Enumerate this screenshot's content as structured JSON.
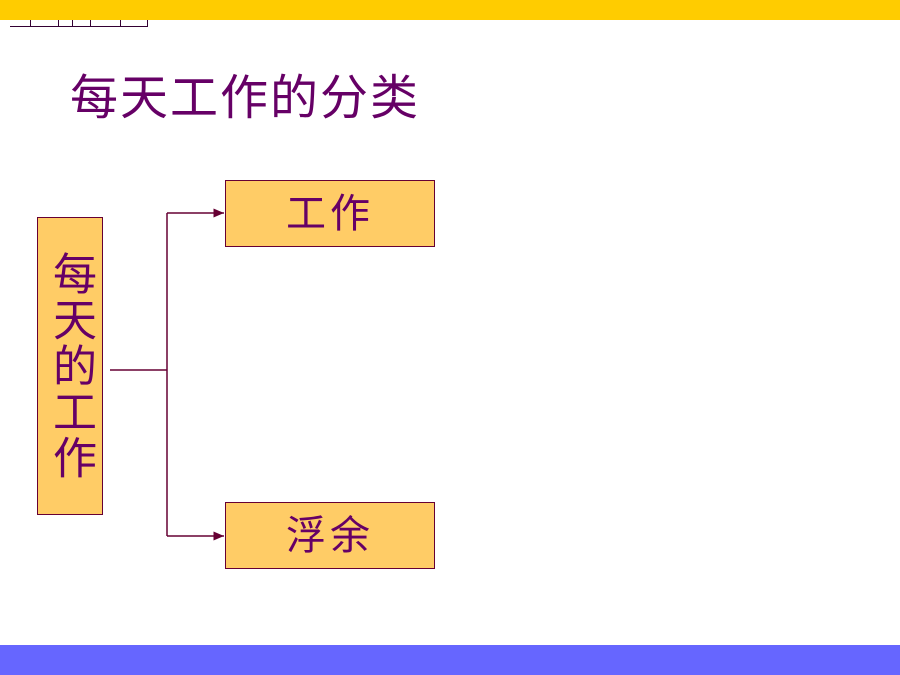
{
  "slide": {
    "title": "每天工作的分类",
    "colors": {
      "top_bar": "#ffcc00",
      "bottom_bar": "#6666ff",
      "box_fill": "#ffcc66",
      "text": "#660066",
      "border": "#660033"
    }
  },
  "diagram": {
    "root": {
      "label": "每天的工作"
    },
    "children": [
      {
        "label": "工作"
      },
      {
        "label": "浮余"
      }
    ]
  }
}
